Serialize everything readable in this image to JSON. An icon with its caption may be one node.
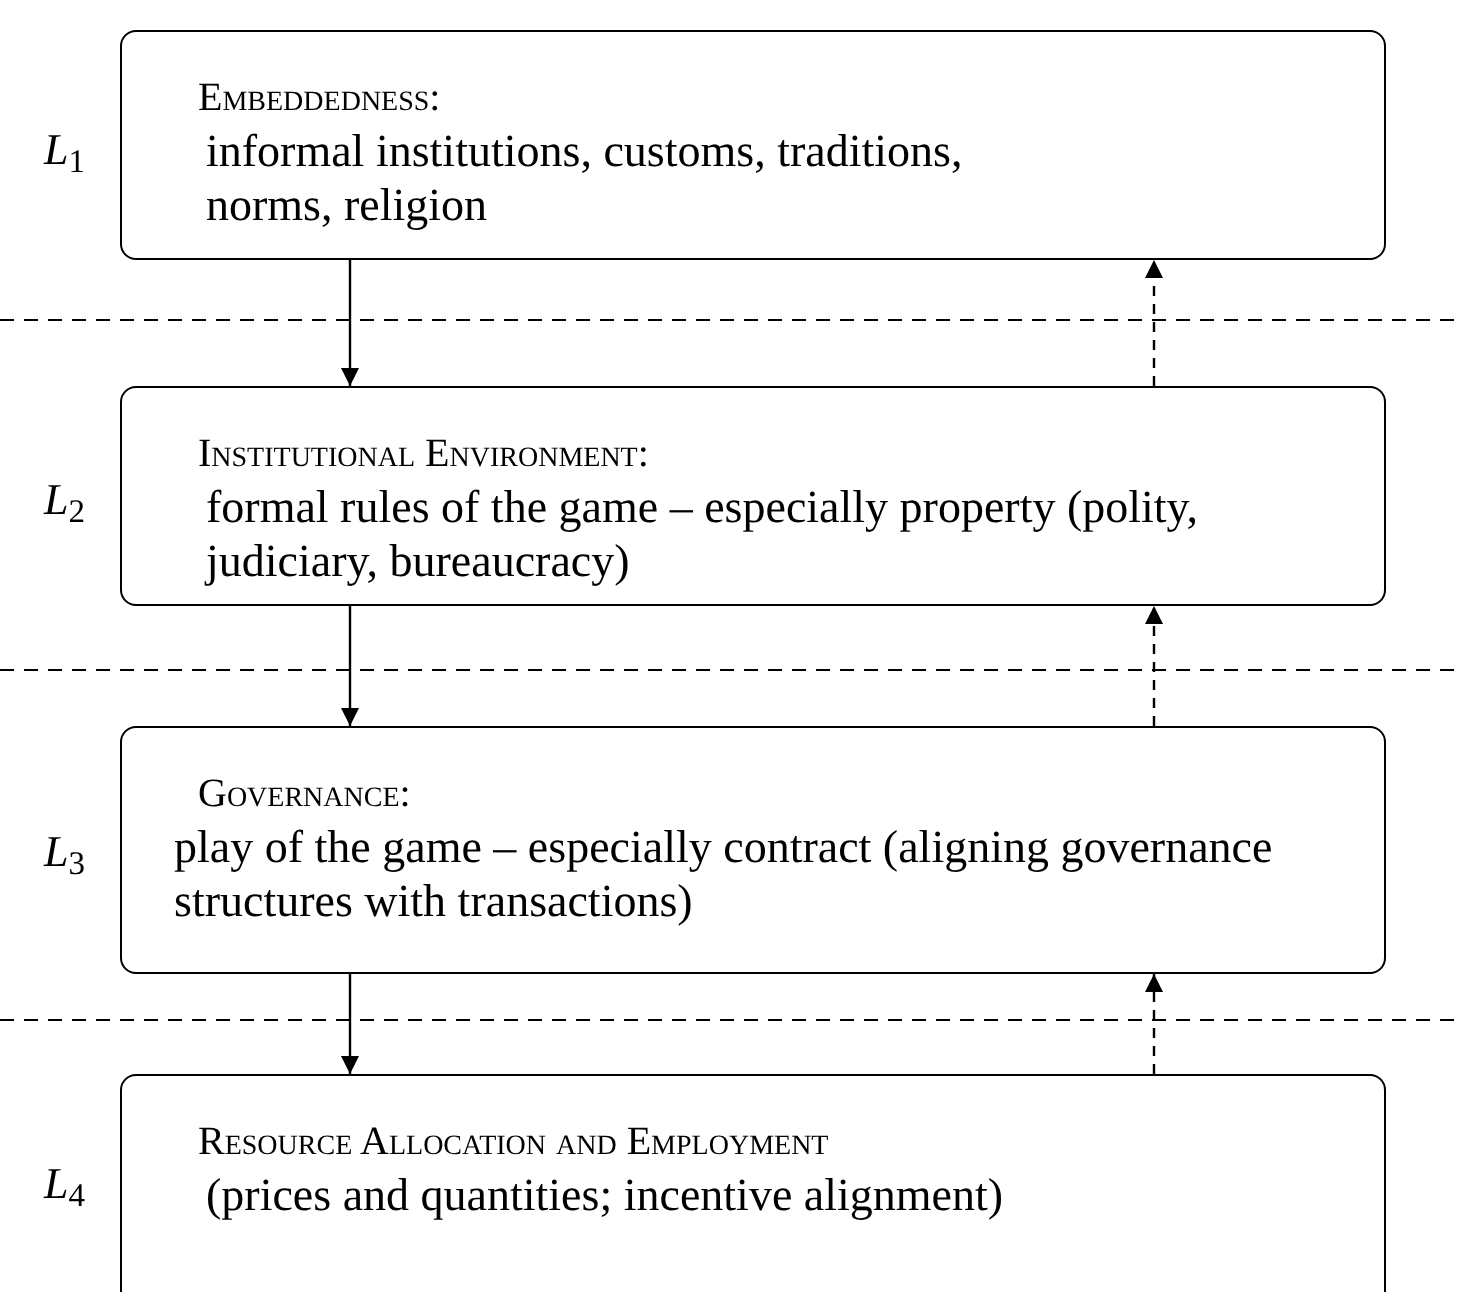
{
  "diagram": {
    "nodes": [
      {
        "text": [
          "Embeddedness:",
          "informal institutions, customs, traditions, norms, religion"
        ],
        "beside": [
          "*L*$_{1}$"
        ]
      },
      {
        "text": [
          "Institutional Environment:",
          "formal rules of the game – especially property (polity, judiciary, bureaucracy)"
        ],
        "beside": [
          "*L*$_{2}$"
        ]
      },
      {
        "text": [
          "Governance:",
          "play of the game – especially contract (aligning governance structures with transactions)"
        ],
        "beside": [
          "*L*$_{3}$"
        ]
      },
      {
        "text": [
          "Resource Allocation and Employment",
          "(prices and quantities; incentive alignment)"
        ],
        "beside": [
          "*L*$_{4}$"
        ]
      }
    ],
    "edges": [
      {
        "from": 0,
        "to": 1,
        "arrow": "to"
      },
      {
        "from": 1,
        "to": 0,
        "arrow": "to",
        "style": "dashed"
      },
      {
        "from": 1,
        "to": 2,
        "arrow": "to"
      },
      {
        "from": 2,
        "to": 1,
        "arrow": "to",
        "style": "dashed"
      },
      {
        "from": 2,
        "to": 3,
        "arrow": "to"
      },
      {
        "from": 3,
        "to": 2,
        "arrow": "to",
        "style": "dashed"
      }
    ]
  }
}
